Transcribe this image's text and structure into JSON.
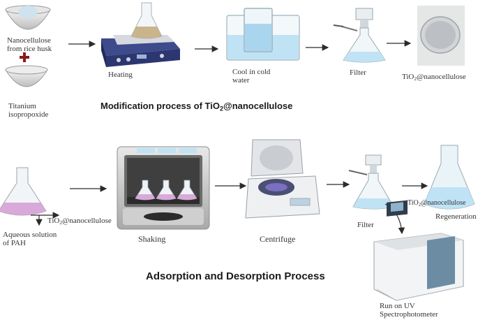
{
  "top_row": {
    "nanocellulose_label": "Nanocellulose from rice husk",
    "titanium_label": "Titanium isopropoxide",
    "heating_label": "Heating",
    "cool_label": "Cool in cold water",
    "filter_label": "Filter",
    "product_prefix": "TiO",
    "product_sub": "2",
    "product_suffix": "@nanocellulose"
  },
  "titles": {
    "modification_prefix": "Modification process of TiO",
    "modification_sub": "2",
    "modification_suffix": "@nanocellulose",
    "adsorption": "Adsorption and Desorption Process"
  },
  "bottom_row": {
    "aqueous_label": "Aqueous solution of PAH",
    "tio2_prefix": "TiO",
    "tio2_sub": "2",
    "tio2_suffix": "@nanocellulose",
    "shaking_label": "Shaking",
    "centrifuge_label": "Centrifuge",
    "filter_label": "Filter",
    "regeneration_label": "Regeneration",
    "tio2b_prefix": "TiO",
    "tio2b_sub": "2",
    "tio2b_suffix": "@nanocellulose",
    "uv_label": "Run on UV Spectrophotometer"
  },
  "colors": {
    "arrow": "#2b2b2b",
    "plus": "#8a1c1c",
    "liquid_blue": "#bfe3f5",
    "liquid_purple": "#d9a9d9"
  }
}
